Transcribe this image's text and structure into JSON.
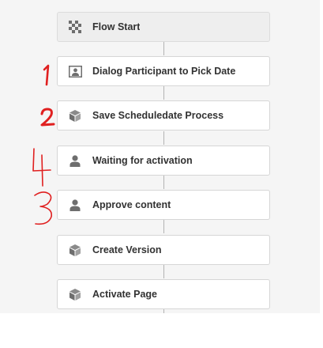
{
  "workflow": {
    "steps": [
      {
        "label": "Flow Start",
        "icon": "flow-start-icon"
      },
      {
        "label": "Dialog Participant to Pick Date",
        "icon": "dialog-participant-icon"
      },
      {
        "label": "Save Scheduledate Process",
        "icon": "process-step-icon"
      },
      {
        "label": "Waiting for activation",
        "icon": "participant-user-icon"
      },
      {
        "label": "Approve content",
        "icon": "participant-user-icon"
      },
      {
        "label": "Create Version",
        "icon": "process-step-icon"
      },
      {
        "label": "Activate Page",
        "icon": "process-step-icon"
      }
    ]
  },
  "annotations": {
    "color": "#e02020",
    "marks": [
      "1",
      "2",
      "4",
      "3"
    ]
  }
}
